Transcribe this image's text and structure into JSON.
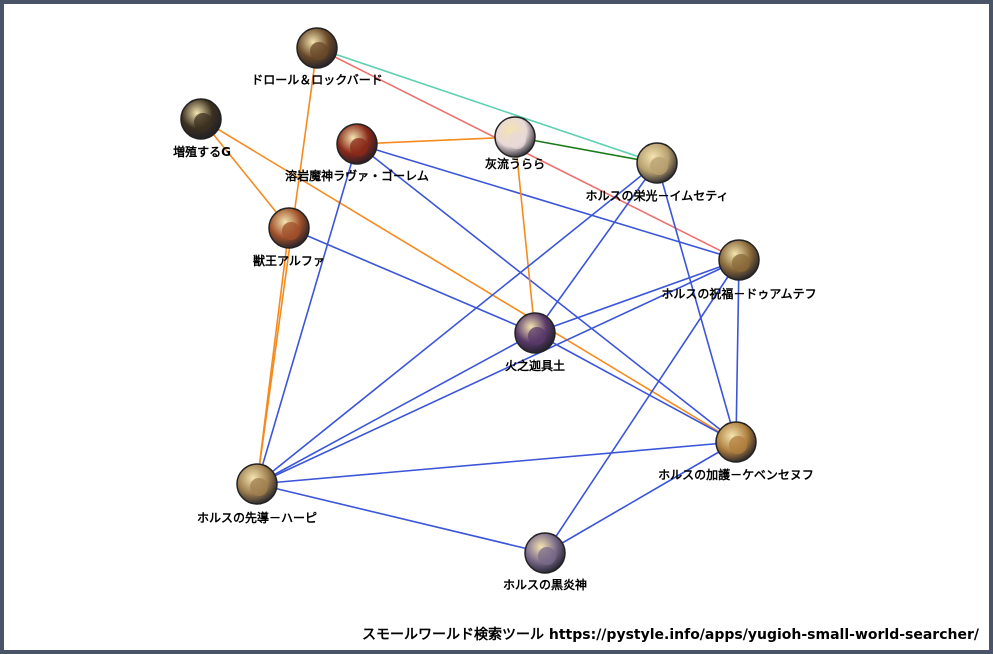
{
  "colors": {
    "background": "#4a5468",
    "canvas": "#ffffff",
    "edge_blue": "#3b55d9",
    "edge_orange": "#f58a1f",
    "edge_red": "#f07070",
    "edge_teal": "#5fd0b0",
    "edge_green": "#1a7a1a"
  },
  "nodes": [
    {
      "id": "droll",
      "label": "ドロール＆ロックバード",
      "icon": "card-art-droll-icon",
      "fill": "#6a4a2a"
    },
    {
      "id": "maxx",
      "label": "増殖するG",
      "icon": "card-art-maxx-c-icon",
      "fill": "#3c3020"
    },
    {
      "id": "lava",
      "label": "溶岩魔神ラヴァ・ゴーレム",
      "icon": "card-art-lava-golem-icon",
      "fill": "#8a2a1a"
    },
    {
      "id": "ash",
      "label": "灰流うらら",
      "icon": "card-art-ash-blossom-icon",
      "fill": "#e8d8d8"
    },
    {
      "id": "imsety",
      "label": "ホルスの栄光－イムセティ",
      "icon": "card-art-imsety-icon",
      "fill": "#b8a070"
    },
    {
      "id": "alpha",
      "label": "獣王アルファ",
      "icon": "card-art-alpha-icon",
      "fill": "#a0502a"
    },
    {
      "id": "duamutef",
      "label": "ホルスの祝福－ドゥアムテフ",
      "icon": "card-art-duamutef-icon",
      "fill": "#8a6a3a"
    },
    {
      "id": "hinotama",
      "label": "火之迦具土",
      "icon": "card-art-kagutsuchi-icon",
      "fill": "#5a3a6a"
    },
    {
      "id": "qebehsenuef",
      "label": "ホルスの加護－ケベンセヌフ",
      "icon": "card-art-qebehsenuef-icon",
      "fill": "#b08040"
    },
    {
      "id": "hapi",
      "label": "ホルスの先導－ハーピ",
      "icon": "card-art-hapi-icon",
      "fill": "#a08050"
    },
    {
      "id": "horus",
      "label": "ホルスの黒炎神",
      "icon": "card-art-horus-icon",
      "fill": "#7a6a8a"
    }
  ],
  "edges": [
    {
      "from": "droll",
      "to": "imsety",
      "color": "teal"
    },
    {
      "from": "droll",
      "to": "duamutef",
      "color": "red"
    },
    {
      "from": "droll",
      "to": "hapi",
      "color": "orange"
    },
    {
      "from": "maxx",
      "to": "alpha",
      "color": "orange"
    },
    {
      "from": "maxx",
      "to": "qebehsenuef",
      "color": "orange"
    },
    {
      "from": "lava",
      "to": "ash",
      "color": "orange"
    },
    {
      "from": "lava",
      "to": "duamutef",
      "color": "blue"
    },
    {
      "from": "lava",
      "to": "qebehsenuef",
      "color": "blue"
    },
    {
      "from": "lava",
      "to": "hapi",
      "color": "blue"
    },
    {
      "from": "ash",
      "to": "imsety",
      "color": "green"
    },
    {
      "from": "ash",
      "to": "hinotama",
      "color": "orange"
    },
    {
      "from": "alpha",
      "to": "hinotama",
      "color": "blue"
    },
    {
      "from": "alpha",
      "to": "hapi",
      "color": "orange"
    },
    {
      "from": "imsety",
      "to": "hinotama",
      "color": "blue"
    },
    {
      "from": "imsety",
      "to": "hapi",
      "color": "blue"
    },
    {
      "from": "imsety",
      "to": "qebehsenuef",
      "color": "blue"
    },
    {
      "from": "duamutef",
      "to": "hinotama",
      "color": "blue"
    },
    {
      "from": "duamutef",
      "to": "qebehsenuef",
      "color": "blue"
    },
    {
      "from": "duamutef",
      "to": "hapi",
      "color": "blue"
    },
    {
      "from": "duamutef",
      "to": "horus",
      "color": "blue"
    },
    {
      "from": "hinotama",
      "to": "qebehsenuef",
      "color": "blue"
    },
    {
      "from": "hinotama",
      "to": "hapi",
      "color": "blue"
    },
    {
      "from": "qebehsenuef",
      "to": "hapi",
      "color": "blue"
    },
    {
      "from": "qebehsenuef",
      "to": "horus",
      "color": "blue"
    },
    {
      "from": "hapi",
      "to": "horus",
      "color": "blue"
    }
  ],
  "footer": {
    "text": "スモールワールド検索ツール https://pystyle.info/apps/yugioh-small-world-searcher/"
  }
}
